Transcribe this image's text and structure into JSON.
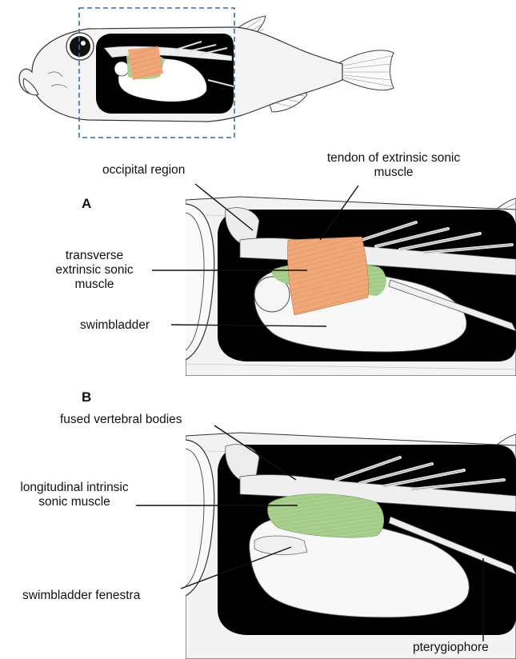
{
  "panels": [
    {
      "letter": "A"
    },
    {
      "letter": "B"
    }
  ],
  "labels": {
    "occipital_region": "occipital region",
    "tendon_line1": "tendon of extrinsic sonic",
    "tendon_line2": "muscle",
    "transverse_line1": "transverse",
    "transverse_line2": "extrinsic sonic",
    "transverse_line3": "muscle",
    "swimbladder": "swimbladder",
    "fused_vertebral_bodies": "fused vertebral bodies",
    "longitudinal_line1": "longitudinal intrinsic",
    "longitudinal_line2": "sonic muscle",
    "swimbladder_fenestra": "swimbladder fenestra",
    "pterygiophore": "pterygiophore"
  },
  "colors": {
    "extrinsic_muscle": "#f0a77a",
    "intrinsic_muscle": "#a9cf8e",
    "body_cavity": "#000000",
    "inset_box": "#2f6fb3"
  }
}
